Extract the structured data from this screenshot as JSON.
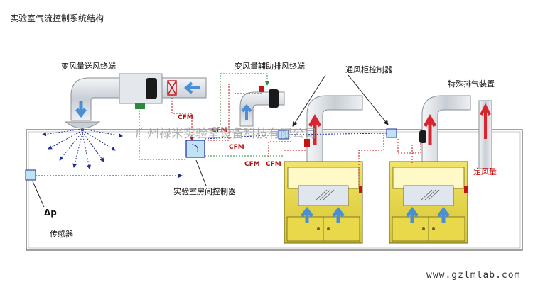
{
  "title": "实验室气流控制系统结构",
  "labels": {
    "supply_terminal": "变风量送风终端",
    "aux_exhaust": "变风量辅助排风终端",
    "hood_controller": "通风柜控制器",
    "special_exhaust": "特殊排气装置",
    "constant_volume": "定风量",
    "room_controller": "实验室房间控制器",
    "dp": "Δp",
    "sensor": "传感器",
    "cfm1": "CFM",
    "cfm2": "CFM",
    "cfm3": "CFM",
    "cfm4": "CFM",
    "cfm5": "CFM"
  },
  "watermark": "广州禄米实验室设备科技有限公司",
  "website": "www.gzlmlab.com",
  "colors": {
    "duct": "#dfe3e8",
    "duct_stroke": "#8a8f96",
    "hood_body": "#e8d84a",
    "hood_stroke": "#6b6420",
    "blue_arrow": "#4a8fd6",
    "red_arrow": "#d9262e",
    "control_red": "#c41414",
    "signal_blue": "#1c2c9a",
    "signal_green": "#2a8a3a"
  }
}
